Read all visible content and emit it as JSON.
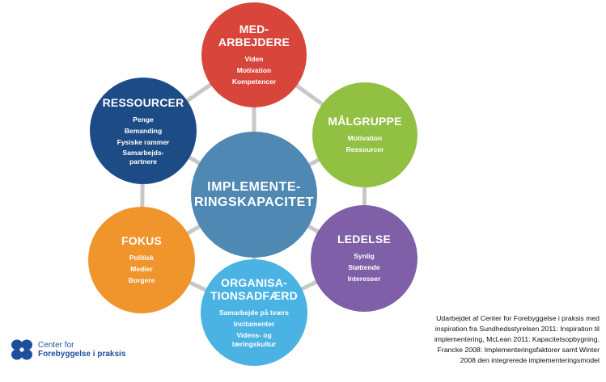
{
  "colors": {
    "connector": "#c8c8c8",
    "medarbejdere": "#d8453b",
    "maalgruppe": "#92c043",
    "ledelse": "#7f5fa8",
    "organisation": "#4bb3e3",
    "fokus": "#f0942c",
    "ressourcer": "#1d4b86",
    "center": "#4e88b3",
    "logo": "#1d4f9c"
  },
  "nodes": {
    "medarbejdere": {
      "title_1": "MED-",
      "title_2": "ARBEJDERE",
      "items": [
        "Viden",
        "Motivation",
        "Kompetencer"
      ]
    },
    "maalgruppe": {
      "title": "MÅLGRUPPE",
      "items": [
        "Motivation",
        "Ressourcer"
      ]
    },
    "ledelse": {
      "title": "LEDELSE",
      "items": [
        "Synlig",
        "Støttende",
        "Interesser"
      ]
    },
    "organisation": {
      "title_1": "ORGANISA-",
      "title_2": "TIONSADFÆRD",
      "items": [
        "Samarbejde på tværs",
        "Incitamenter",
        "Videns- og",
        "læringskultur"
      ]
    },
    "fokus": {
      "title": "FOKUS",
      "items": [
        "Politisk",
        "Medier",
        "Borgere"
      ]
    },
    "ressourcer": {
      "title": "RESSOURCER",
      "items": [
        "Penge",
        "Bemanding",
        "Fysiske rammer",
        "Samarbejds-",
        "partnere"
      ]
    },
    "center": {
      "title_1": "IMPLEMENTE-",
      "title_2": "RINGSKAPACITET"
    }
  },
  "credit_lines": [
    "Udarbejdet af Center for Forebyggelse i praksis med",
    "inspiration fra Sundhedsstyrelsen 2011: Inspiration til",
    "implementering, McLean 2011: Kapacitetsopbygning,",
    "Francke 2008: Implementeringsfaktorer samt Winter",
    "2008 den integrerede implementeringsmodel"
  ],
  "logo": {
    "line_1": "Center for",
    "line_2": "Forebyggelse i praksis"
  }
}
